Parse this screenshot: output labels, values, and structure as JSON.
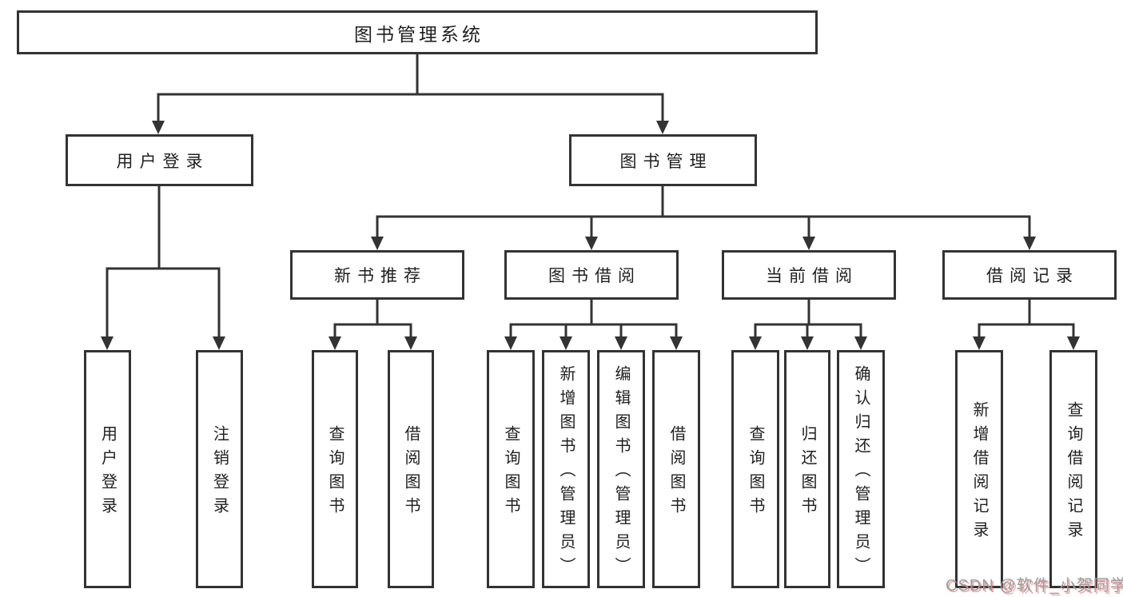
{
  "root": {
    "label": "图书管理系统"
  },
  "level2": [
    {
      "label": "用户登录",
      "children": [
        "用户登录",
        "注销登录"
      ]
    },
    {
      "label": "图书管理"
    }
  ],
  "level3": [
    {
      "label": "新书推荐",
      "children": [
        "查询图书",
        "借阅图书"
      ]
    },
    {
      "label": "图书借阅",
      "children": [
        "查询图书",
        "新增图书（管理员）",
        "编辑图书（管理员）",
        "借阅图书"
      ]
    },
    {
      "label": "当前借阅",
      "children": [
        "查询图书",
        "归还图书",
        "确认归还（管理员）"
      ]
    },
    {
      "label": "借阅记录",
      "children": [
        "新增借阅记录",
        "查询借阅记录"
      ]
    }
  ],
  "watermark": {
    "text": "CSDN @软件_小贺同学"
  },
  "colors": {
    "line": "#333333",
    "box_border": "#333333",
    "text": "#1f1f1f",
    "background": "#ffffff",
    "watermark_text": "#9c9c9c",
    "watermark_shadow": "#e05a5f"
  }
}
